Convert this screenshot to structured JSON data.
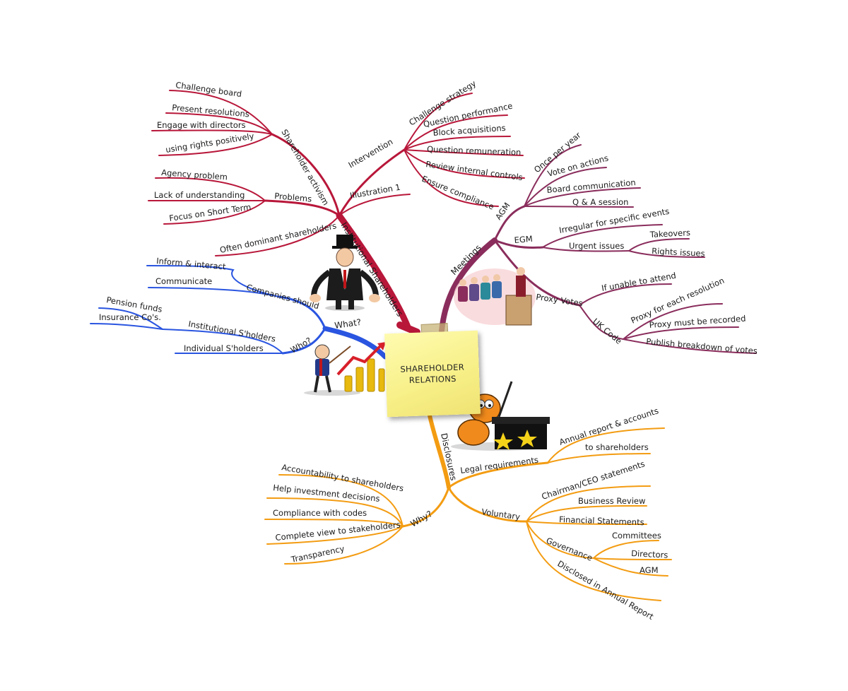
{
  "center": {
    "line1": "SHAREHOLDER",
    "line2": "RELATIONS"
  },
  "colors": {
    "red": "#b8173a",
    "purple": "#8a2d5c",
    "blue": "#2a55e0",
    "orange": "#f39c12"
  },
  "branches": {
    "institutional": {
      "label": "Institutional Shareholders",
      "activism": {
        "label": "Shareholder activism",
        "items": [
          "Challenge board",
          "Present resolutions",
          "Engage with directors",
          "using rights positively"
        ]
      },
      "problems": {
        "label": "Problems",
        "items": [
          "Agency problem",
          "Lack of understanding",
          "Focus on Short Term"
        ]
      },
      "dominant": "Often dominant shareholders",
      "illustration": "Illustration 1",
      "intervention": {
        "label": "Intervention",
        "items": [
          "Challenge strategy",
          "Question performance",
          "Block acquisitions",
          "Question remuneration",
          "Review internal controls",
          "Ensure compliance"
        ]
      }
    },
    "meetings": {
      "label": "Meetings",
      "agm": {
        "label": "AGM",
        "items": [
          "Once per year",
          "Vote on actions",
          "Board communication",
          "Q & A session"
        ]
      },
      "egm": {
        "label": "EGM",
        "irregular": "Irregular for specific events",
        "urgent": {
          "label": "Urgent issues",
          "items": [
            "Takeovers",
            "Rights issues"
          ]
        }
      },
      "proxy": {
        "label": "Proxy Votes",
        "unable": "If unable to attend",
        "ukcode": {
          "label": "UK Code",
          "items": [
            "Proxy for each resolution",
            "Proxy must be recorded",
            "Publish breakdown of votes"
          ]
        }
      }
    },
    "what": {
      "label": "What?",
      "companies": {
        "label": "Companies should",
        "items": [
          "Inform & interact",
          "Communicate"
        ]
      },
      "who": {
        "label": "Who?",
        "institutional": {
          "label": "Institutional S'holders",
          "items": [
            "Pension funds",
            "Insurance Co's."
          ]
        },
        "individual": "Individual S'holders"
      }
    },
    "disclosures": {
      "label": "Disclosures",
      "legal": {
        "label": "Legal requirements",
        "items": [
          "Annual report & accounts",
          "to shareholders"
        ]
      },
      "voluntary": {
        "label": "Voluntary",
        "items": [
          "Chairman/CEO statements",
          "Business Review",
          "Financial Statements"
        ],
        "governance": {
          "label": "Governance",
          "items": [
            "Committees",
            "Directors",
            "AGM"
          ]
        },
        "disclosed": "Disclosed in Annual Report"
      },
      "why": {
        "label": "Why?",
        "items": [
          "Accountability to shareholders",
          "Help investment decisions",
          "Compliance with codes",
          "Complete view to stakeholders",
          "Transparency"
        ]
      }
    }
  }
}
